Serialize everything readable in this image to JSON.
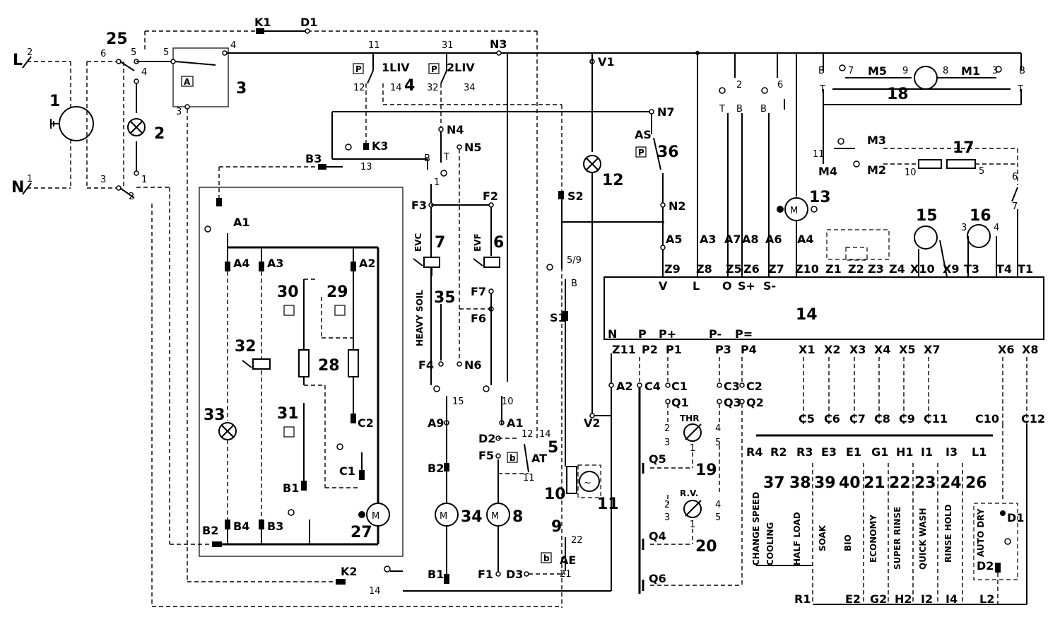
{
  "supply": {
    "line": "L",
    "neutral": "N"
  },
  "components": {
    "c1": "1",
    "c2": "2",
    "c3": "3",
    "c4": "4",
    "c5": "5",
    "c6": "6",
    "c7": "7",
    "c8": "8",
    "c9": "9",
    "c10": "10",
    "c11": "11",
    "c12": "12",
    "c13": "13",
    "c14": "14",
    "c15": "15",
    "c16": "16",
    "c17": "17",
    "c18": "18",
    "c19": "19",
    "c20": "20",
    "c21": "21",
    "c22": "22",
    "c23": "23",
    "c24": "24",
    "c25": "25",
    "c26": "26",
    "c27": "27",
    "c28": "28",
    "c29": "29",
    "c30": "30",
    "c31": "31",
    "c32": "32",
    "c33": "33",
    "c34": "34",
    "c35": "35",
    "c36": "36",
    "c37": "37",
    "c38": "38",
    "c39": "39",
    "c40": "40"
  },
  "terminals": {
    "K1": "K1",
    "D1": "D1",
    "N3": "N3",
    "V1": "V1",
    "V2": "V2",
    "N7": "N7",
    "N4": "N4",
    "N5": "N5",
    "N2": "N2",
    "N6": "N6",
    "K3": "K3",
    "B3": "B3",
    "F3": "F3",
    "F2": "F2",
    "S2": "S2",
    "S1": "S1",
    "A1": "A1",
    "A2": "A2",
    "A3": "A3",
    "A4": "A4",
    "A5": "A5",
    "A6": "A6",
    "A7": "A7",
    "A8": "A8",
    "A9": "A9",
    "B1": "B1",
    "B2": "B2",
    "B4": "B4",
    "C1": "C1",
    "C2": "C2",
    "C3": "C3",
    "C4": "C4",
    "C5": "C5",
    "C6": "C6",
    "C7": "C7",
    "C8": "C8",
    "C9": "C9",
    "C10": "C10",
    "C11": "C11",
    "C12": "C12",
    "D2": "D2",
    "D3": "D3",
    "E1": "E1",
    "E2": "E2",
    "E3": "E3",
    "F1": "F1",
    "F4": "F4",
    "F5": "F5",
    "F6": "F6",
    "F7": "F7",
    "G1": "G1",
    "G2": "G2",
    "H1": "H1",
    "H2": "H2",
    "I1": "I1",
    "I2": "I2",
    "I3": "I3",
    "I4": "I4",
    "K2": "K2",
    "L1": "L1",
    "L2": "L2",
    "M1": "M1",
    "M2": "M2",
    "M3": "M3",
    "M4": "M4",
    "M5": "M5",
    "Q1": "Q1",
    "Q2": "Q2",
    "Q3": "Q3",
    "Q4": "Q4",
    "Q5": "Q5",
    "Q6": "Q6",
    "R1": "R1",
    "R2": "R2",
    "R3": "R3",
    "R4": "R4",
    "T1": "T1",
    "T3": "T3",
    "T4": "T4",
    "X1": "X1",
    "X2": "X2",
    "X3": "X3",
    "X4": "X4",
    "X5": "X5",
    "X6": "X6",
    "X7": "X7",
    "X8": "X8",
    "X9": "X9",
    "X10": "X10",
    "Z1": "Z1",
    "Z2": "Z2",
    "Z3": "Z3",
    "Z4": "Z4",
    "Z5": "Z5",
    "Z6": "Z6",
    "Z7": "Z7",
    "Z8": "Z8",
    "Z9": "Z9",
    "Z10": "Z10",
    "Z11": "Z11",
    "P1": "P1",
    "P2": "P2",
    "P3": "P3",
    "P4": "P4"
  },
  "module14_pins": {
    "top": [
      "V",
      "L",
      "O",
      "S+",
      "S-"
    ],
    "bottom": [
      "N",
      "P",
      "P+",
      "P-",
      "P="
    ]
  },
  "switch_labels": {
    "liv1": "1LIV",
    "liv2": "2LIV",
    "as": "AS",
    "at": "AT",
    "ae": "AE",
    "evc": "EVC",
    "evf": "EVF",
    "thr": "THR",
    "rv": "R.V.",
    "heavy_soil": "HEAVY SOIL",
    "p": "P",
    "a": "A",
    "b": "b"
  },
  "program_buttons": [
    "CHANGE SPEED",
    "COOLING",
    "HALF LOAD",
    "SOAK",
    "BIO",
    "ECONOMY",
    "SUPER RINSE",
    "QUICK WASH",
    "RINSE HOLD",
    "AUTO DRY"
  ],
  "small_numbers": {
    "n1": "1",
    "n2": "2",
    "n3": "3",
    "n4": "4",
    "n5": "5",
    "n6": "6",
    "n7": "7",
    "n8": "8",
    "n9": "9",
    "n10": "10",
    "n11": "11",
    "n12": "12",
    "n13": "13",
    "n14": "14",
    "n15": "15",
    "n22": "22",
    "n21": "21",
    "n31": "31",
    "n32": "32",
    "n34": "34",
    "n59": "5/9",
    "T": "T",
    "B": "B"
  }
}
